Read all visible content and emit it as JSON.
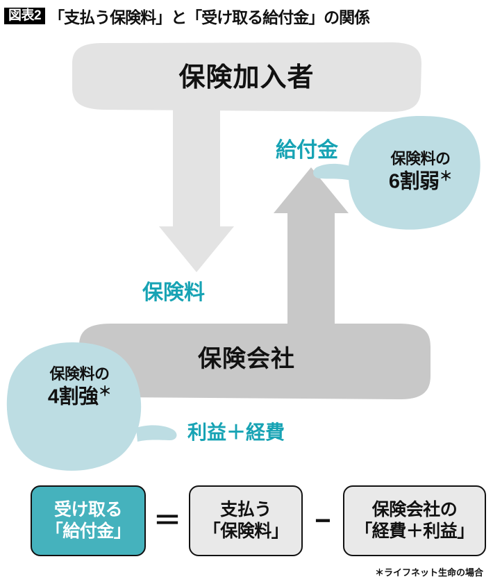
{
  "header": {
    "figure_badge": "図表2",
    "title": "「支払う保険料」と「受け取る給付金」の関係"
  },
  "diagram": {
    "top_bar_label": "保険加入者",
    "bottom_bar_label": "保険会社",
    "down_arrow_label": "保険料",
    "up_arrow_label": "給付金",
    "profit_label": "利益＋経費",
    "bubble_right": {
      "line1": "保険料の",
      "line2": "6割弱",
      "asterisk": "＊"
    },
    "bubble_left": {
      "line1": "保険料の",
      "line2": "4割強",
      "asterisk": "＊"
    },
    "colors": {
      "teal_text": "#17a3b4",
      "bubble_fill": "#bdddE3",
      "light_gray": "#e3e3e3",
      "mid_gray": "#c8c8c8",
      "equation_teal": "#45b2bd"
    }
  },
  "equation": {
    "box1": {
      "line1": "受け取る",
      "line2": "「給付金」"
    },
    "operator1": "＝",
    "box2": {
      "line1": "支払う",
      "line2": "「保険料」"
    },
    "operator2": "−",
    "box3": {
      "line1": "保険会社の",
      "line2": "「経費＋利益」"
    }
  },
  "footnote": "＊ライフネット生命の場合"
}
